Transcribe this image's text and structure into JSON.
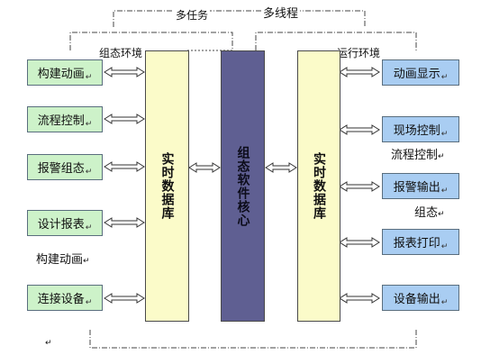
{
  "top": {
    "multitask_label": "多任务",
    "multithread_label": "多线程"
  },
  "config": {
    "env_label": "组态环境",
    "left_items": [
      "构建动画",
      "流程控制",
      "报警组态",
      "设计报表",
      "连接设备"
    ],
    "floating_label": "构建动画"
  },
  "runtime": {
    "env_label": "运行环境",
    "right_items": [
      "动画显示",
      "现场控制",
      "报警输出",
      "报表打印",
      "设备输出"
    ],
    "floating_label_1": "流程控制",
    "floating_label_2": "组态"
  },
  "columns": {
    "left_db": "实时数据库",
    "core": "组态软件核心",
    "right_db": "实时数据库"
  },
  "return_mark": "↵",
  "colors": {
    "green_box": "#cdf2c9",
    "blue_box": "#a9cdf2",
    "yellow_column": "#fbfbc9",
    "core_column": "#5f5f92"
  }
}
